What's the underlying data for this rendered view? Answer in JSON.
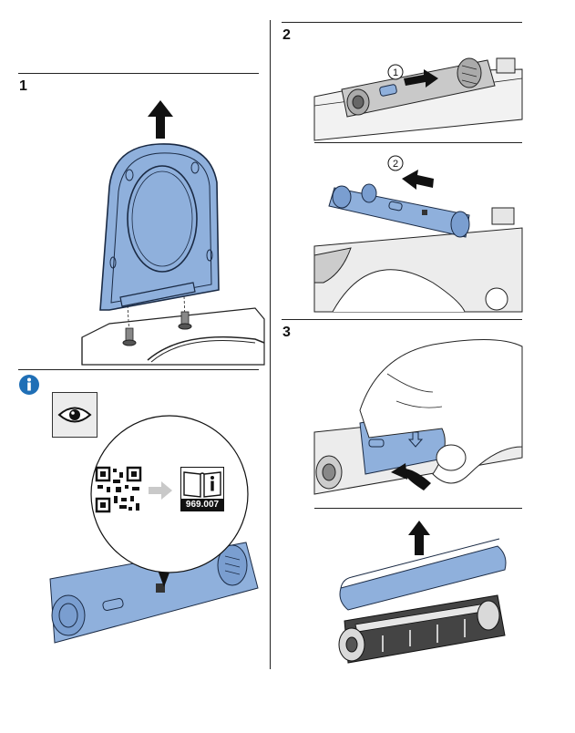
{
  "steps": {
    "step1": {
      "number": "1"
    },
    "step2": {
      "number": "2",
      "sub_a": "1",
      "sub_b": "2"
    },
    "step3": {
      "number": "3"
    }
  },
  "info": {
    "icon": "info-icon",
    "view_icon": "eye-icon",
    "qr_icon": "qr-code-icon",
    "manual_icon": "manual-book-icon",
    "manual_code": "969.007"
  },
  "colors": {
    "part_blue": "#8fb0dc",
    "part_blue_dark": "#5f83b8",
    "info_blue": "#1f6fb6",
    "grey_light": "#ececec",
    "grey_mid": "#c9c9c9",
    "line": "#222222"
  }
}
